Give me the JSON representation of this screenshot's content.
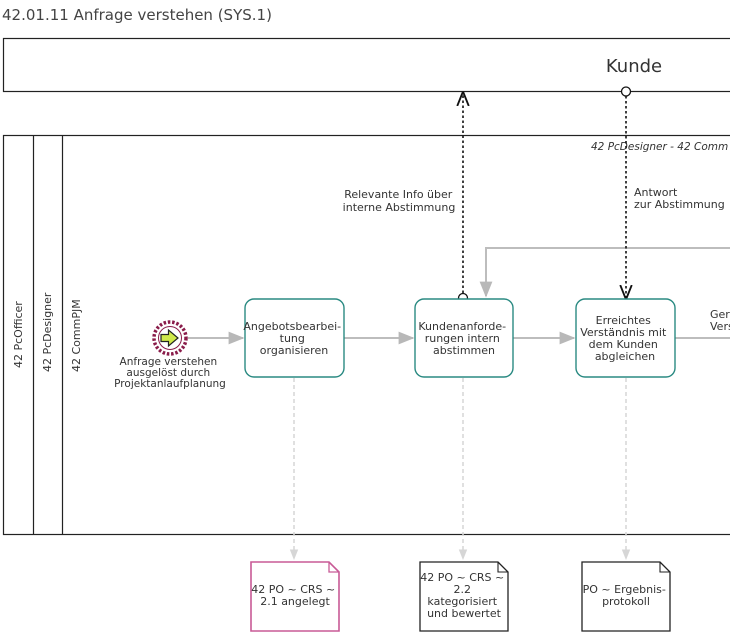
{
  "diagram": {
    "title": "42.01.11 Anfrage verstehen (SYS.1)",
    "pool_kunde": "Kunde",
    "lanes": {
      "outer": "42 PcOfficer",
      "middle": "42 PcDesigner",
      "inner": "42 CommPJM"
    },
    "pool_watermark": "42 PcDesigner - 42 Comm",
    "start_event_label": [
      "Anfrage verstehen",
      "ausgelöst durch",
      "Projektanlaufplanung"
    ],
    "tasks": [
      {
        "lines": [
          "Angebotsbearbei-",
          "tung",
          "organisieren"
        ]
      },
      {
        "lines": [
          "Kundenanforde-",
          "rungen intern",
          "abstimmen"
        ]
      },
      {
        "lines": [
          "Erreichtes",
          "Verständnis mit",
          "dem Kunden",
          "abgleichen"
        ]
      }
    ],
    "flow_labels": {
      "relevante_info": [
        "Relevante Info über",
        "interne Abstimmung"
      ],
      "antwort": [
        "Antwort",
        "zur Abstimmung"
      ],
      "cut_off_right": [
        "Ger",
        "Vers"
      ]
    },
    "documents": [
      {
        "lines": [
          "42 PO ~ CRS ~",
          "2.1 angelegt"
        ]
      },
      {
        "lines": [
          "42 PO ~ CRS ~",
          "2.2",
          "kategorisiert",
          "und bewertet"
        ]
      },
      {
        "lines": [
          "PO ~ Ergebnis-",
          "protokoll"
        ]
      }
    ],
    "colors": {
      "task_border": "#2a8a82",
      "doc_highlight_border": "#c85a96",
      "doc_border": "#222222",
      "flow_gray": "#bdbdbd",
      "start_ring": "#8a1c4a",
      "start_fill": "#cfe84a"
    }
  }
}
